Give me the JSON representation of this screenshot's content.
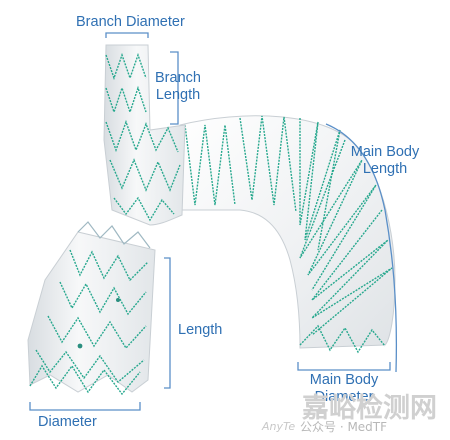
{
  "labels": {
    "branch_diameter": "Branch Diameter",
    "branch_length": [
      "Branch",
      "Length"
    ],
    "main_body_length": [
      "Main Body",
      "Length"
    ],
    "length": "Length",
    "main_body_diameter": [
      "Main Body",
      "Diameter"
    ],
    "diameter": "Diameter"
  },
  "watermark": {
    "big": "嘉峪检测网",
    "small": "公众号 · MedTF",
    "prefix": "AnyTe"
  },
  "colors": {
    "label": "#2f70b3",
    "bracket": "#5a8fc8",
    "stent_wire": "#27a88e",
    "graft_fabric": "#f5f6f7",
    "watermark": "#c8c8c8"
  }
}
